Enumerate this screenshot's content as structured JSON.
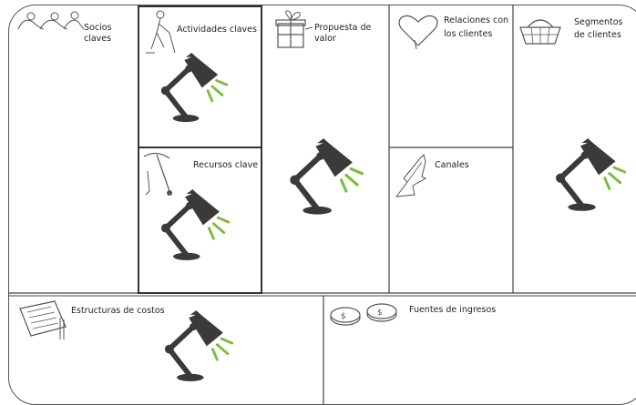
{
  "canvas": {
    "blocks": {
      "socios": {
        "title": "Socios claves",
        "icon": "people-icon"
      },
      "actividades": {
        "title": "Actividades claves",
        "icon": "worker-icon"
      },
      "recursos": {
        "title": "Recursos clave",
        "icon": "pickaxe-icon"
      },
      "propuesta": {
        "title": "Propuesta de valor",
        "icon": "gift-icon"
      },
      "relaciones": {
        "title_line1": "Relaciones con",
        "title_line2": "los clientes",
        "icon": "heart-icon"
      },
      "canales": {
        "title": "Canales",
        "icon": "arrow-icon"
      },
      "segmentos": {
        "title_line1": "Segmentos",
        "title_line2": "de clientes",
        "icon": "basket-icon"
      },
      "costos": {
        "title": "Estructuras de costos",
        "icon": "receipt-icon"
      },
      "ingresos": {
        "title": "Fuentes de ingresos",
        "icon": "coins-icon"
      }
    },
    "highlighted": [
      "actividades",
      "recursos"
    ],
    "lamp_icon": "desk-lamp-icon",
    "colors": {
      "line": "#444444",
      "lamp": "#3a3a3a",
      "light": "#7dbb3c"
    }
  }
}
